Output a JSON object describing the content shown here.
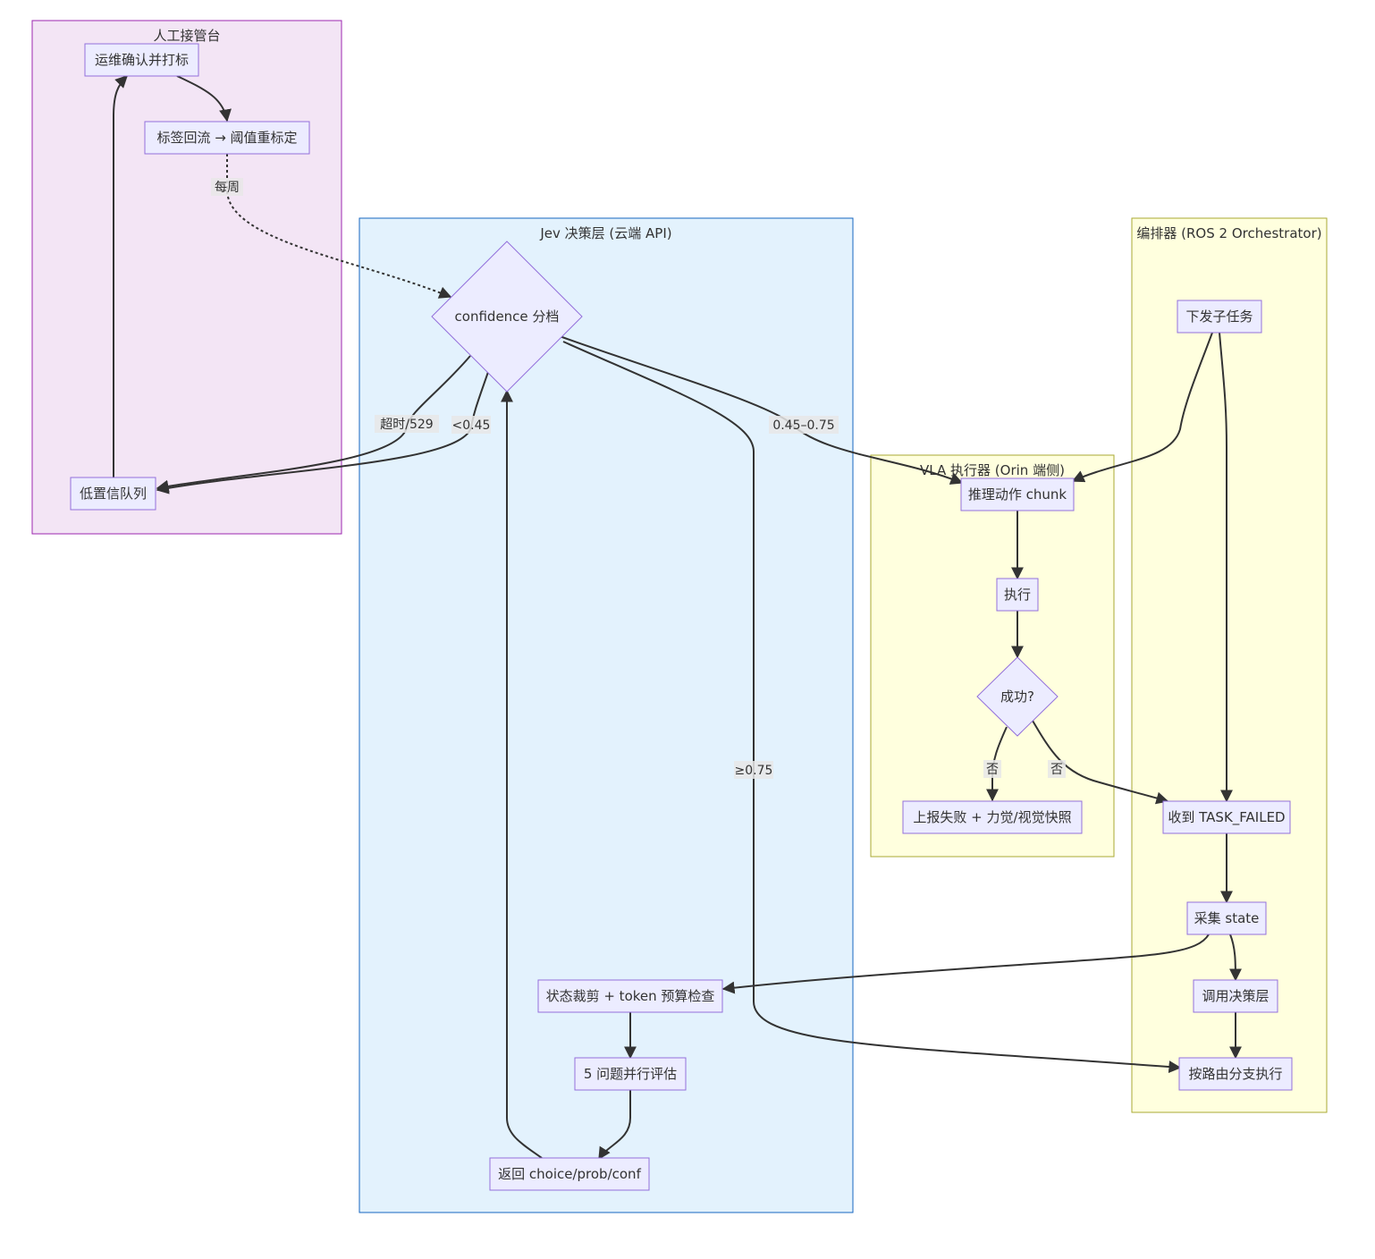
{
  "clusters": {
    "human": {
      "label": "人工接管台",
      "fill": "#F3E5F5",
      "stroke": "#9C27B0"
    },
    "jev": {
      "label": "Jev 决策层 (云端 API)",
      "fill": "#E3F2FD",
      "stroke": "#1565C0"
    },
    "vla": {
      "label": "VLA 执行器 (Orin 端侧)",
      "fill": "#FFFFDE",
      "stroke": "#AAAA33"
    },
    "orch": {
      "label": "编排器 (ROS 2 Orchestrator)",
      "fill": "#FFFFDE",
      "stroke": "#AAAA33"
    }
  },
  "nodes": {
    "confirm": "运维确认并打标",
    "relabel": "标签回流 → 阈值重标定",
    "lowq": "低置信队列",
    "conf": "confidence 分档",
    "trim": "状态裁剪 + token 预算检查",
    "eval5": "5 问题并行评估",
    "ret": "返回 choice/prob/conf",
    "infer": "推理动作 chunk",
    "exec": "执行",
    "succ": "成功?",
    "report": "上报失败 + 力觉/视觉快照",
    "dispatch": "下发子任务",
    "failed": "收到 TASK_FAILED",
    "collect": "采集 state",
    "call": "调用决策层",
    "route": "按路由分支执行"
  },
  "edge_labels": {
    "weekly": "每周",
    "timeout": "超时/529",
    "low": "<0.45",
    "mid": "0.45–0.75",
    "high": "≥0.75",
    "no1": "否",
    "no2": "否"
  }
}
